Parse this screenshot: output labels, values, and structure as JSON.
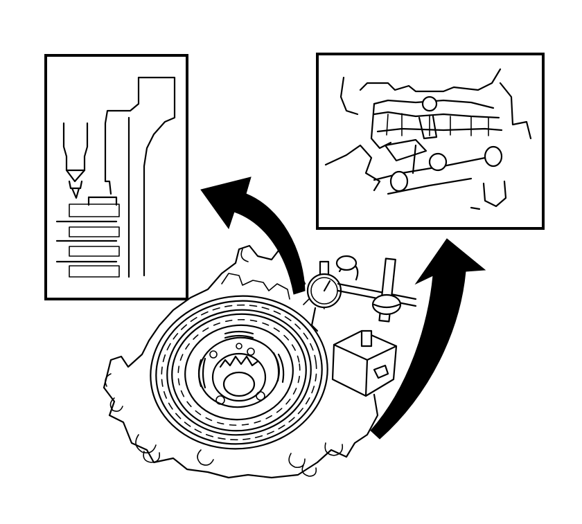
{
  "figure": {
    "domain": "technical-illustration",
    "subject": "transmission-housing-dial-indicator-measurement",
    "colors": {
      "line": "#000000",
      "background": "#ffffff"
    },
    "icons": [
      "dial-indicator-icon",
      "curved-arrow-icon"
    ],
    "callouts": [
      {
        "name": "detail-view-clutch-pack-probe"
      },
      {
        "name": "detail-view-dial-indicator-base"
      }
    ]
  }
}
